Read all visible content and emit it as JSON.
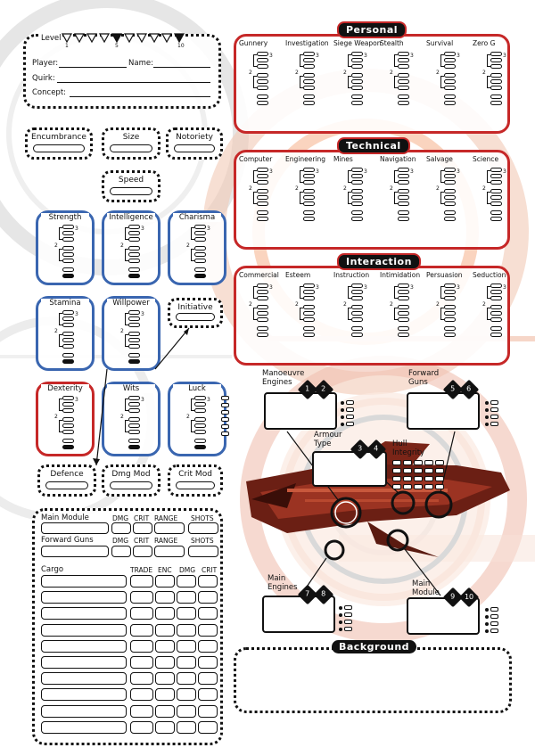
{
  "level": {
    "label": "Level",
    "markers": [
      "1",
      "5",
      "10"
    ]
  },
  "identity": {
    "player": "Player:",
    "name": "Name:",
    "quirk": "Quirk:",
    "concept": "Concept:"
  },
  "derived": {
    "encumbrance": "Encumbrance",
    "size": "Size",
    "notoriety": "Notoriety",
    "speed": "Speed",
    "initiative": "Initiative",
    "defence": "Defence",
    "dmg_mod": "Dmg Mod",
    "crit_mod": "Crit Mod"
  },
  "attributes": {
    "row1": [
      "Strength",
      "Intelligence",
      "Charisma"
    ],
    "row2": [
      "Stamina",
      "Willpower"
    ],
    "row3": [
      "Dexterity",
      "Wits",
      "Luck"
    ]
  },
  "ladder_numbers": {
    "top": "3",
    "mid": "2"
  },
  "skills": {
    "personal": {
      "title": "Personal",
      "items": [
        "Gunnery",
        "Investigation",
        "Siege Weapon",
        "Stealth",
        "Survival",
        "Zero G"
      ]
    },
    "technical": {
      "title": "Technical",
      "items": [
        "Computer",
        "Engineering",
        "Mines",
        "Navigation",
        "Salvage",
        "Science"
      ]
    },
    "interaction": {
      "title": "Interaction",
      "items": [
        "Commercial",
        "Esteem",
        "Instruction",
        "Intimidation",
        "Persuasion",
        "Seduction"
      ]
    }
  },
  "weapons": {
    "main_module": "Main Module",
    "forward_guns": "Forward Guns",
    "cols": [
      "DMG",
      "CRIT",
      "RANGE",
      "SHOTS"
    ]
  },
  "cargo": {
    "label": "Cargo",
    "cols": [
      "TRADE",
      "ENC",
      "DMG",
      "CRIT"
    ]
  },
  "ship": {
    "manoeuvre": {
      "label1": "Manoeuvre",
      "label2": "Engines",
      "range": [
        "1",
        "2"
      ]
    },
    "forward_guns": {
      "label1": "Forward",
      "label2": "Guns",
      "range": [
        "5",
        "6"
      ]
    },
    "armour": {
      "label1": "Armour",
      "label2": "Type",
      "range": [
        "3",
        "4"
      ]
    },
    "hull": {
      "label1": "Hull",
      "label2": "Integrity"
    },
    "main_engines": {
      "label1": "Main",
      "label2": "Engines",
      "range": [
        "7",
        "8"
      ]
    },
    "main_module": {
      "label1": "Main",
      "label2": "Module",
      "range": [
        "9",
        "10"
      ]
    }
  },
  "background": {
    "title": "Background"
  },
  "colors": {
    "red": "#c62828",
    "blue": "#3a66b0",
    "black": "#111111"
  }
}
